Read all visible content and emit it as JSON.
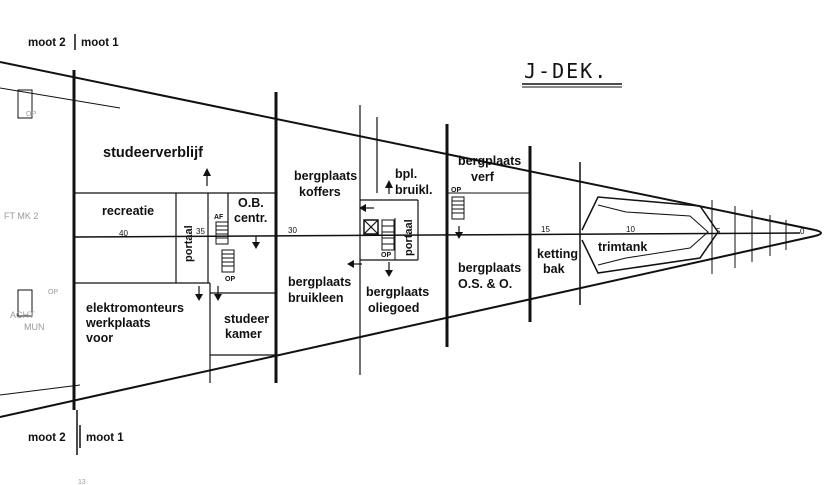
{
  "title": "J-DEK.",
  "moot_top": {
    "left": "moot 2",
    "right": "moot 1"
  },
  "moot_bottom": {
    "left": "moot 2",
    "right": "moot 1"
  },
  "rooms": {
    "studeerverblijf": "studeerverblijf",
    "recreatie": "recreatie",
    "portaal_left": "portaal",
    "ob_line1": "O.B.",
    "ob_line2": "centr.",
    "elektro_line1": "elektromonteurs",
    "elektro_line2": "werkplaats",
    "elektro_line3": "voor",
    "studeer_line1": "studeer",
    "studeer_line2": "kamer",
    "koffers_line1": "bergplaats",
    "koffers_line2": "koffers",
    "bruikleen_line1": "bergplaats",
    "bruikleen_line2": "bruikleen",
    "bpl_line1": "bpl.",
    "bpl_line2": "bruikl.",
    "portaal_right": "portaal",
    "oliegoed_line1": "bergplaats",
    "oliegoed_line2": "oliegoed",
    "verf_line1": "bergplaats",
    "verf_line2": "verf",
    "os_line1": "bergplaats",
    "os_line2": "O.S. & O.",
    "ketting_line1": "ketting",
    "ketting_line2": "bak",
    "trimtank": "trimtank"
  },
  "frame_numbers": [
    "40",
    "35",
    "30",
    "15",
    "10",
    "5",
    "0"
  ],
  "markers": {
    "op_1": "OP",
    "op_2": "OP",
    "op_3": "OP",
    "op_4": "OP",
    "op_5": "OP",
    "af": "AF",
    "left_edge_1": "FT MK 2",
    "left_edge_2": "ACHT",
    "left_edge_3": "MUN",
    "bottom_mark": "13"
  }
}
